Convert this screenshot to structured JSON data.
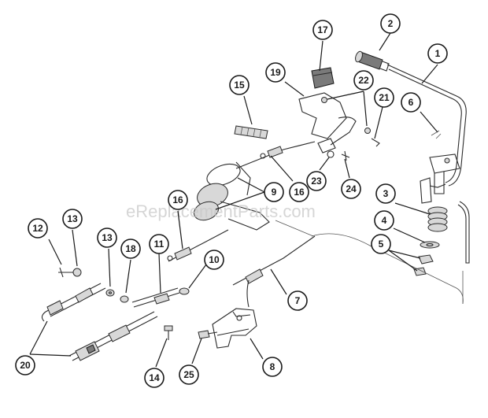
{
  "watermark": "eReplacementParts.com",
  "callouts": [
    {
      "id": "c1",
      "label": "1"
    },
    {
      "id": "c2",
      "label": "2"
    },
    {
      "id": "c3",
      "label": "3"
    },
    {
      "id": "c4",
      "label": "4"
    },
    {
      "id": "c5",
      "label": "5"
    },
    {
      "id": "c6",
      "label": "6"
    },
    {
      "id": "c7",
      "label": "7"
    },
    {
      "id": "c8",
      "label": "8"
    },
    {
      "id": "c9",
      "label": "9"
    },
    {
      "id": "c10",
      "label": "10"
    },
    {
      "id": "c11",
      "label": "11"
    },
    {
      "id": "c12",
      "label": "12"
    },
    {
      "id": "c13a",
      "label": "13"
    },
    {
      "id": "c13b",
      "label": "13"
    },
    {
      "id": "c14",
      "label": "14"
    },
    {
      "id": "c15",
      "label": "15"
    },
    {
      "id": "c16a",
      "label": "16"
    },
    {
      "id": "c16b",
      "label": "16"
    },
    {
      "id": "c17",
      "label": "17"
    },
    {
      "id": "c18",
      "label": "18"
    },
    {
      "id": "c19",
      "label": "19"
    },
    {
      "id": "c20",
      "label": "20"
    },
    {
      "id": "c21",
      "label": "21"
    },
    {
      "id": "c22",
      "label": "22"
    },
    {
      "id": "c23",
      "label": "23"
    },
    {
      "id": "c24",
      "label": "24"
    },
    {
      "id": "c25",
      "label": "25"
    }
  ]
}
